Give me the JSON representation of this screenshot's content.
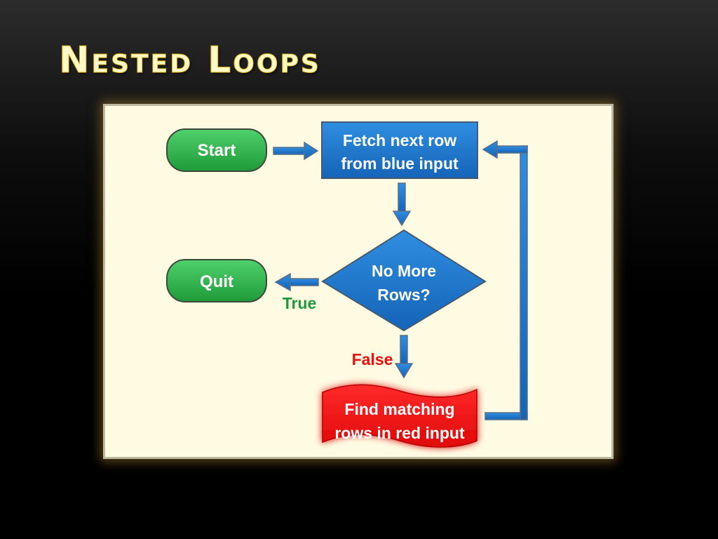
{
  "slide": {
    "title": "Nested Loops"
  },
  "flowchart": {
    "nodes": {
      "start": {
        "label": "Start"
      },
      "fetch": {
        "line1": "Fetch next row",
        "line2": "from blue input"
      },
      "decision": {
        "line1": "No More",
        "line2": "Rows?"
      },
      "quit": {
        "label": "Quit"
      },
      "find": {
        "line1": "Find matching",
        "line2": "rows in red input"
      }
    },
    "edges": {
      "true_label": "True",
      "false_label": "False"
    }
  },
  "colors": {
    "terminal_fill": "#2bb24c",
    "process_fill": "#1a74c9",
    "highlight_fill": "#f21010",
    "arrow_fill": "#1a74c9",
    "true_text": "#1e9a3c",
    "false_text": "#ea1010",
    "title_text": "#fff9c8",
    "panel_background": "#fffbe2"
  }
}
